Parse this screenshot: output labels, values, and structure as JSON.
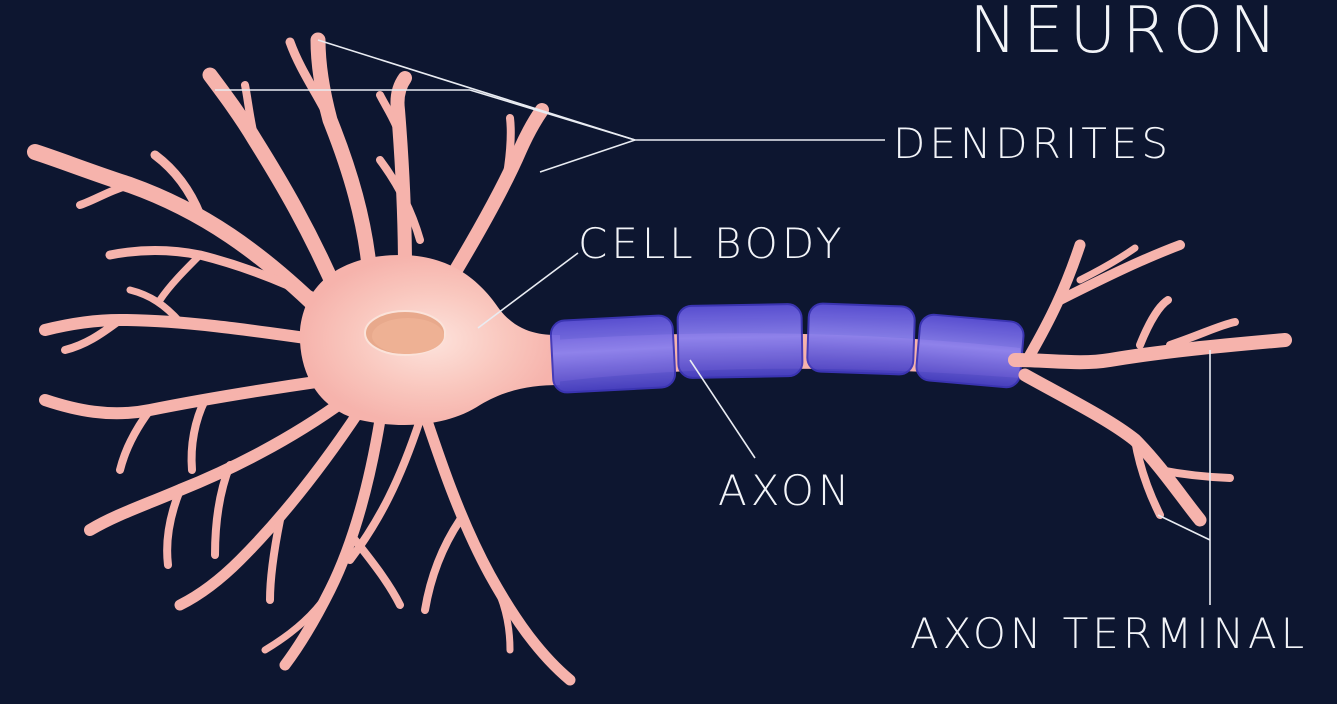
{
  "title": "NEURON",
  "labels": {
    "dendrites": "DENDRITES",
    "cell_body": "CELL BODY",
    "axon": "AXON",
    "axon_terminal": "AXON TERMINAL"
  },
  "colors": {
    "background": "#0d1630",
    "neuron": "#f6b3ac",
    "nucleus": "#e8a98c",
    "myelin": "#6f63e0",
    "myelin_edge": "#3d36b8",
    "text": "#f2f4f8"
  }
}
